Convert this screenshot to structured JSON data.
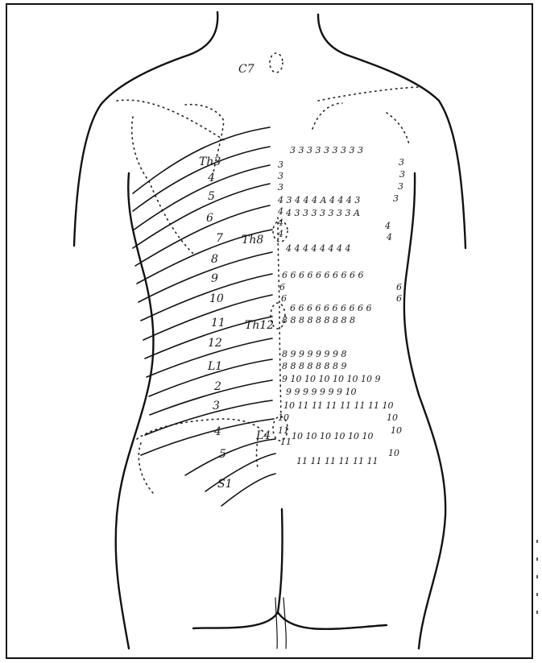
{
  "labels": {
    "c7": "C7",
    "th3": "Th3",
    "th8": "Th8",
    "th12": "Th12",
    "l4": "L4",
    "s1": "S1",
    "l1": "L1",
    "left_numbers": [
      "4",
      "5",
      "6",
      "7",
      "8",
      "9",
      "10",
      "11",
      "12",
      "2",
      "3",
      "4",
      "5"
    ]
  },
  "dermatome_digits": {
    "row_3_top": "3 3 3 3 3 3 3 3 3",
    "col_3_left": [
      "3",
      "3",
      "3"
    ],
    "col_3_right": [
      "3",
      "3",
      "3",
      "3"
    ],
    "row_4_a": "4 3 4 4 4 A 4 4 4 3",
    "row_4_b": "4 3 3 3 3 3 3 3 A",
    "row_4_c": "4 4 4 4 4 4 4 4",
    "col_4_left": [
      "4",
      "4",
      "4"
    ],
    "col_4_right": [
      "4",
      "4"
    ],
    "row_6_a": "6 6 6 6 6 6 6 6 6 6",
    "row_6_b": "6 6 6 6 6 6 6 6 6 6",
    "col_6_left": [
      "6",
      "6"
    ],
    "col_6_right": [
      "6",
      "6"
    ],
    "row_8_a": "8 8 8 8 8 8 8 8 8",
    "row_8_b": "8 8 8 8 8 8 8 9",
    "row_9_a": "8 9 9 9 9 9 9 8",
    "row_9_b": "9 9 9 9 9 9 9 10",
    "row_10_a": "9 10 10 10 10 10 10 9",
    "row_10_b": "10 10 10 10 10 10",
    "row_11_a": "10 11 11 11 11 11 11 10",
    "row_11_b": "11 11 11 11 11 11",
    "col_10_right": [
      "10",
      "10",
      "10"
    ],
    "col_11_left": [
      "10",
      "11",
      "11"
    ]
  }
}
